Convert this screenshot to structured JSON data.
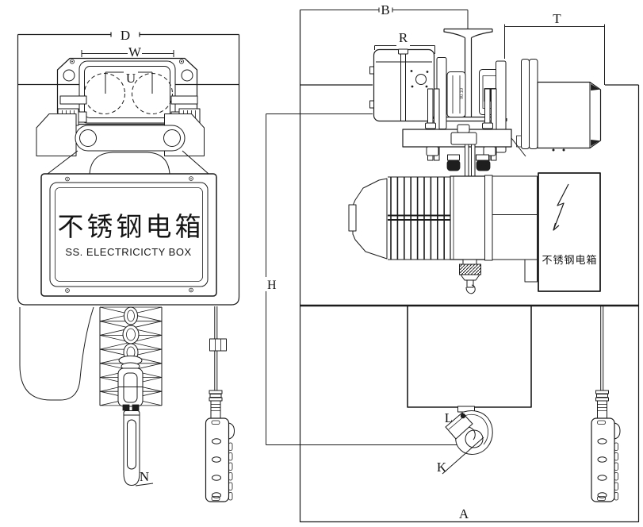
{
  "drawing": {
    "background": "#ffffff",
    "line_color": "#1b1b1b"
  },
  "labels": {
    "d": "D",
    "w": "W",
    "u": "U",
    "b": "B",
    "r": "R",
    "t": "T",
    "h": "H",
    "n": "N",
    "a": "A",
    "k": "K",
    "l": "L"
  },
  "electric_box": {
    "title_zh": "不锈钢电箱",
    "title_en": "SS. ELECTRICICTY BOX"
  },
  "side_electric_box": {
    "label_zh": "不锈钢电箱"
  },
  "part_marking": "90.10"
}
